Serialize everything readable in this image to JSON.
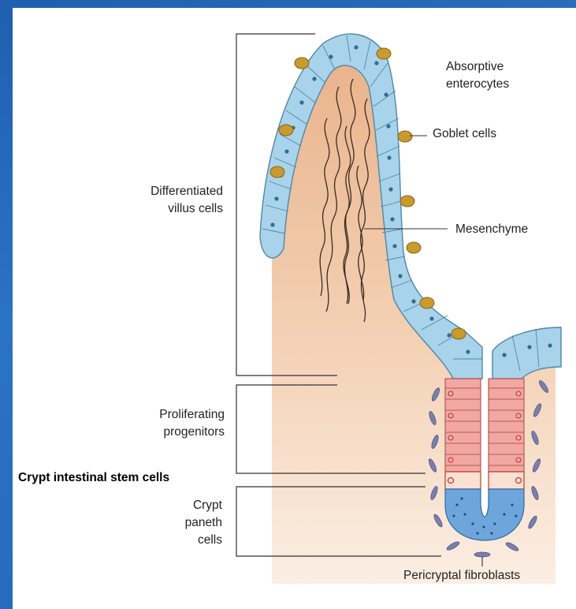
{
  "labels": {
    "absorptive_1": "Absorptive",
    "absorptive_2": "enterocytes",
    "goblet": "Goblet cells",
    "mesenchyme": "Mesenchyme",
    "differentiated_1": "Differentiated",
    "differentiated_2": "villus cells",
    "proliferating_1": "Proliferating",
    "proliferating_2": "progenitors",
    "stem": "Crypt intestinal stem cells",
    "paneth_1": "Crypt",
    "paneth_2": "paneth",
    "paneth_3": "cells",
    "fibroblasts": "Pericryptal fibroblasts"
  },
  "colors": {
    "epithelium": "#a9d3ea",
    "epithelium_outline": "#4f87a8",
    "progenitor": "#f2a7a3",
    "stem": "#f4b9a2",
    "paneth": "#4f8fce",
    "mesenchyme_fill": "#f3c9a8",
    "goblet": "#c99a2e",
    "fibroblast": "#7a7fae"
  }
}
